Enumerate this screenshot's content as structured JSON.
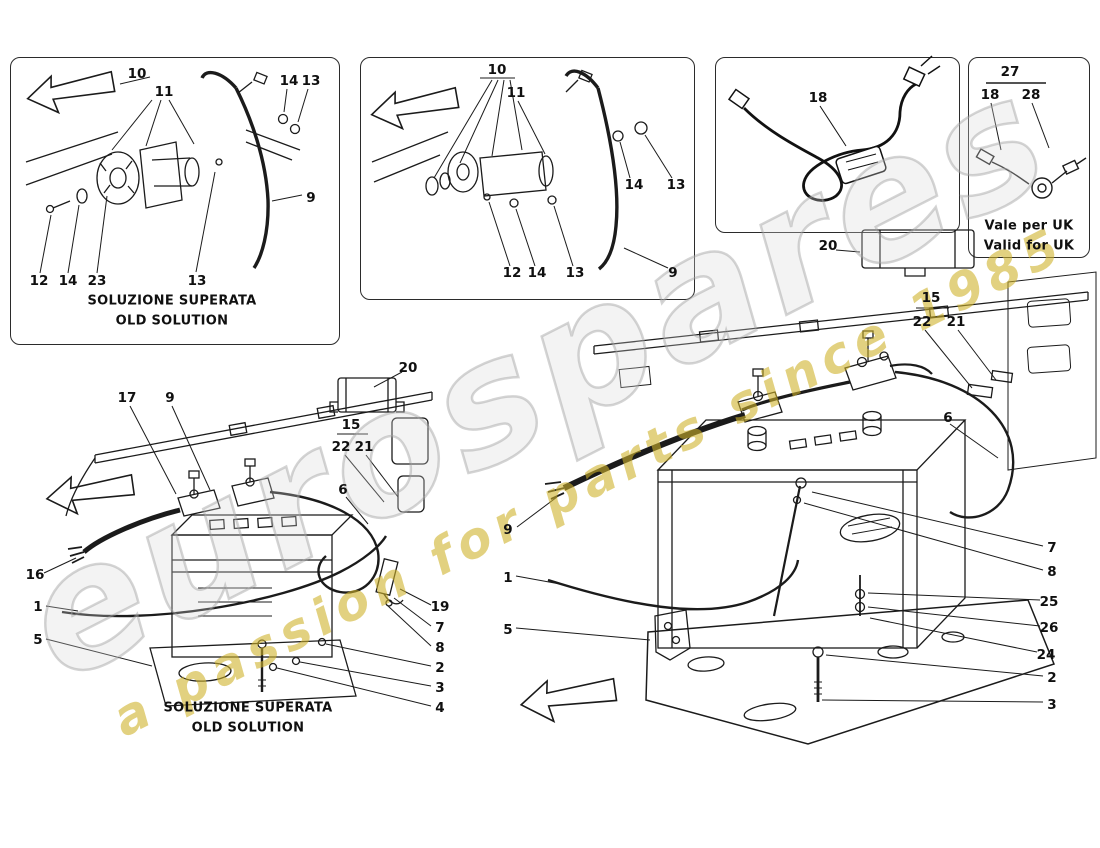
{
  "watermark": {
    "brand": "eurospares",
    "tagline": "a passion for parts since 1985"
  },
  "panel_a": {
    "callouts": [
      "10",
      "11",
      "14",
      "13",
      "9",
      "12",
      "14",
      "23",
      "13"
    ],
    "caption": [
      "SOLUZIONE SUPERATA",
      "OLD SOLUTION"
    ]
  },
  "panel_b": {
    "callouts": [
      "10",
      "11",
      "14",
      "13",
      "12",
      "14",
      "13",
      "9"
    ]
  },
  "panel_c": {
    "callouts": [
      "18"
    ]
  },
  "panel_d": {
    "callouts": [
      "27",
      "18",
      "28"
    ],
    "caption": [
      "Vale per UK",
      "Valid for UK"
    ]
  },
  "assembly_old": {
    "callouts": [
      "20",
      "17",
      "9",
      "15",
      "22",
      "21",
      "6",
      "16",
      "1",
      "5",
      "19",
      "7",
      "8",
      "2",
      "3",
      "4"
    ],
    "caption": [
      "SOLUZIONE SUPERATA",
      "OLD SOLUTION"
    ]
  },
  "assembly_new": {
    "callouts": [
      "20",
      "15",
      "22",
      "21",
      "6",
      "9",
      "1",
      "5",
      "7",
      "8",
      "25",
      "26",
      "24",
      "2",
      "3"
    ]
  }
}
